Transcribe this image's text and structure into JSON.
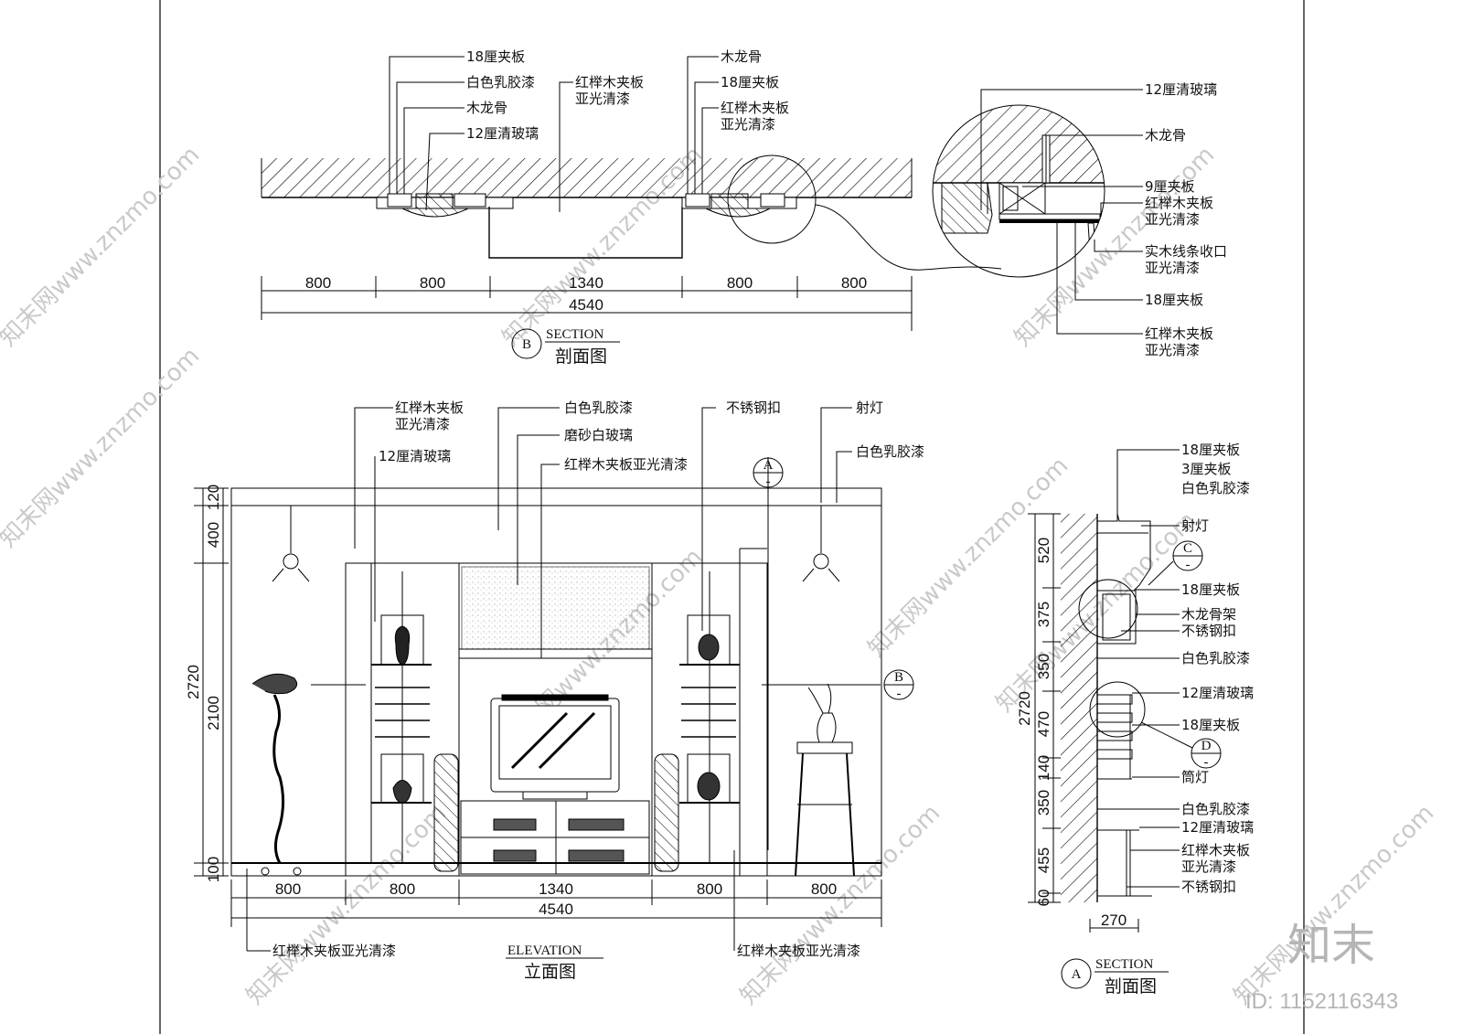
{
  "section_b": {
    "tag": "B",
    "title_en": "SECTION",
    "title_cn": "剖面图",
    "labels_left": [
      "18厘夹板",
      "白色乳胶漆",
      "木龙骨",
      "12厘清玻璃"
    ],
    "label_mid": [
      "红榉木夹板",
      "亚光清漆"
    ],
    "labels_right": [
      "木龙骨",
      "18厘夹板",
      "红榉木夹板",
      "亚光清漆"
    ],
    "dims": [
      "800",
      "800",
      "1340",
      "800",
      "800"
    ],
    "total": "4540"
  },
  "detail_b": {
    "labels": [
      "12厘清玻璃",
      "木龙骨",
      "9厘夹板",
      "红榉木夹板",
      "亚光清漆",
      "实木线条收口",
      "亚光清漆",
      "18厘夹板",
      "红榉木夹板",
      "亚光清漆"
    ]
  },
  "elevation": {
    "title_en": "ELEVATION",
    "title_cn": "立面图",
    "top_labels": [
      "红榉木夹板",
      "亚光清漆",
      "12厘清玻璃",
      "白色乳胶漆",
      "磨砂白玻璃",
      "红榉木夹板亚光清漆",
      "不锈钢扣",
      "射灯",
      "白色乳胶漆"
    ],
    "bottom_labels": [
      "红榉木夹板亚光清漆",
      "红榉木夹板亚光清漆"
    ],
    "tag_a": "A",
    "tag_b": "B",
    "tag_dash": "-",
    "dims_h": [
      "800",
      "800",
      "1340",
      "800",
      "800"
    ],
    "total_h": "4540",
    "dims_v": [
      "120",
      "400",
      "2100",
      "100"
    ],
    "total_v": "2720"
  },
  "section_a": {
    "tag": "A",
    "title_en": "SECTION",
    "title_cn": "剖面图",
    "labels": [
      "18厘夹板",
      "3厘夹板",
      "白色乳胶漆",
      "射灯",
      "18厘夹板",
      "木龙骨架",
      "不锈钢扣",
      "白色乳胶漆",
      "12厘清玻璃",
      "18厘夹板",
      "筒灯",
      "白色乳胶漆",
      "12厘清玻璃",
      "红榉木夹板",
      "亚光清漆",
      "不锈钢扣"
    ],
    "tag_c": "C",
    "tag_d": "D",
    "dims_v": [
      "520",
      "375",
      "350",
      "470",
      "140",
      "350",
      "455",
      "60"
    ],
    "total_v": "2720",
    "depth": "270"
  },
  "watermark": {
    "text": "知末网www.znzmo.com",
    "brand": "知末",
    "id": "ID: 1152116343"
  }
}
